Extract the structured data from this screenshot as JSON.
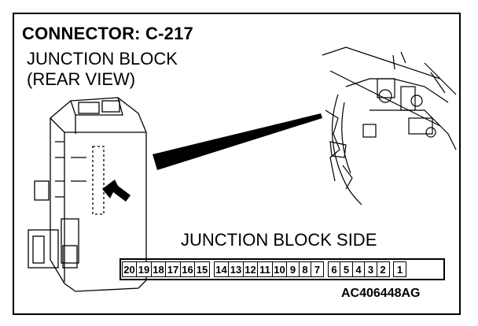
{
  "title": "CONNECTOR: C-217",
  "subtitle_line1": "JUNCTION BLOCK",
  "subtitle_line2": "(REAR VIEW)",
  "side_label": "JUNCTION BLOCK SIDE",
  "figure_code": "AC406448AG",
  "connector_pins": [
    {
      "group": 1,
      "pins": [
        "20",
        "19",
        "18",
        "17",
        "16",
        "15"
      ]
    },
    {
      "group": 2,
      "pins": [
        "14",
        "13",
        "12",
        "11",
        "10",
        "9",
        "8",
        "7"
      ]
    },
    {
      "group": 3,
      "pins": [
        "6",
        "5",
        "4",
        "3",
        "2"
      ]
    },
    {
      "group": 4,
      "pins": [
        "1"
      ]
    }
  ]
}
